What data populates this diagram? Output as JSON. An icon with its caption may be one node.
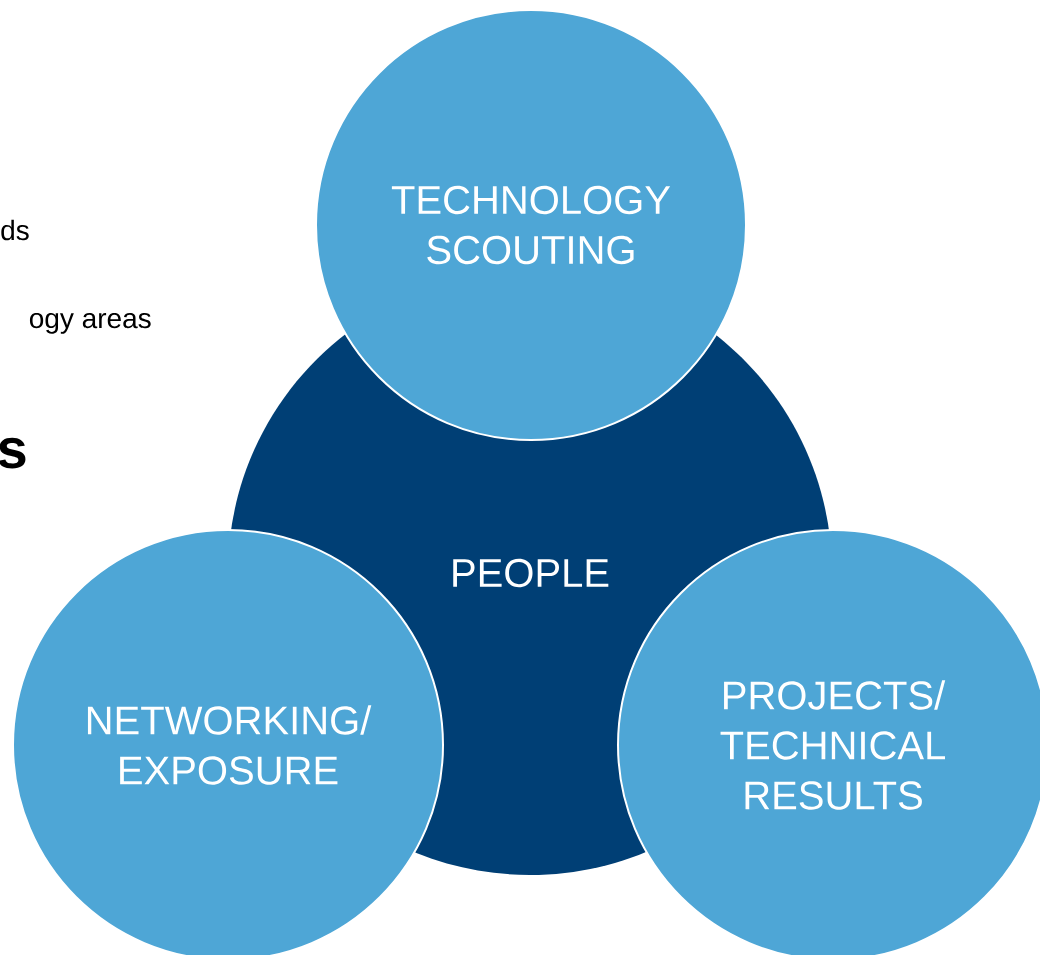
{
  "diagram": {
    "nodes": [
      {
        "text": [
          "TECHNOLOGY SCOUTING"
        ]
      },
      {
        "text": [
          "PEOPLE"
        ]
      },
      {
        "text": [
          "NETWORKING/ EXPOSURE"
        ]
      },
      {
        "text": [
          "PROJECTS/ TECHNICAL RESULTS"
        ]
      }
    ],
    "labels": [
      "ds",
      "ogy areas",
      "s"
    ]
  }
}
